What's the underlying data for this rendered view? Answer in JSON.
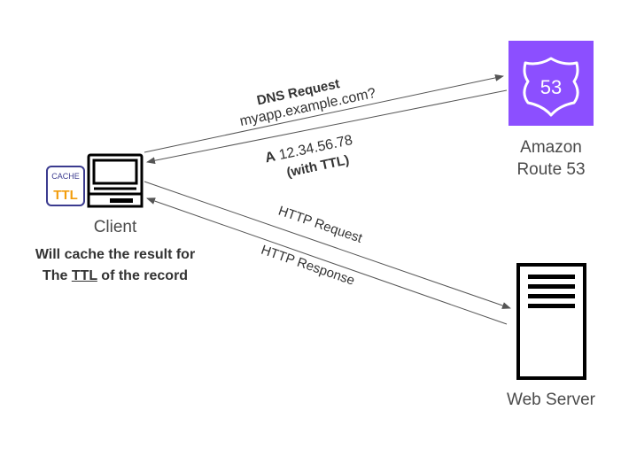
{
  "colors": {
    "route53_bg": "#8C4FFF",
    "ttl_orange": "#F29D0D",
    "cache_border": "#3B3B8F",
    "cache_text": "#3B3B8F",
    "arrow": "#555555",
    "text": "#333333"
  },
  "client": {
    "label": "Client",
    "badge_cache": "CACHE",
    "badge_ttl": "TTL",
    "note_line1": "Will cache the result for",
    "note_line2_prefix": "The ",
    "note_line2_ttl": "TTL",
    "note_line2_suffix": " of the record"
  },
  "route53": {
    "label_line1": "Amazon",
    "label_line2": "Route 53",
    "shield_number": "53",
    "icon": "route53-shield-icon"
  },
  "webserver": {
    "label": "Web Server",
    "icon": "server-icon"
  },
  "arrows": {
    "dns_request_title": "DNS Request",
    "dns_request_query": "myapp.example.com?",
    "dns_response_record_type": "A",
    "dns_response_ip": "12.34.56.78",
    "dns_response_note": "(with TTL)",
    "http_request": "HTTP Request",
    "http_response": "HTTP Response"
  }
}
